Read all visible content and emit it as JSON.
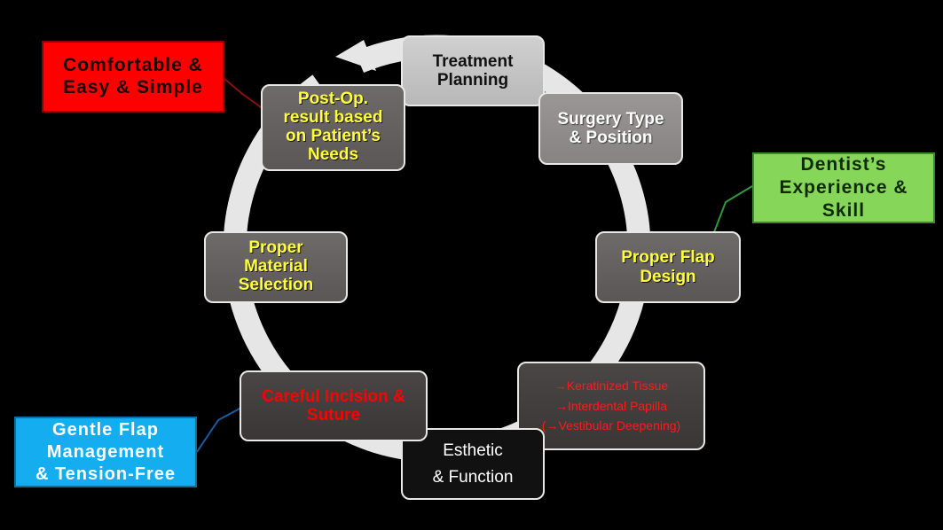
{
  "cycle": {
    "treatment_planning": "Treatment\nPlanning",
    "surgery_type": "Surgery Type\n& Position",
    "flap_design": "Proper Flap\nDesign",
    "tissue_list": "→Keratinized Tissue\n→Interdental Papilla\n(→Vestibular Deepening)",
    "esthetic_function": "Esthetic\n& Function",
    "incision_suture": "Careful Incision &\nSuture",
    "material_selection": "Proper\nMaterial\nSelection",
    "post_op": "Post-Op.\nresult based\non Patient’s\nNeeds"
  },
  "callouts": {
    "comfortable": "Comfortable &\nEasy & Simple",
    "dentist": "Dentist’s\nExperience &\nSkill",
    "gentle": "Gentle Flap\nManagement\n& Tension-Free"
  },
  "colors": {
    "background": "#000000",
    "ring": "#e6e6e6",
    "highlight_text": "#ffff3c",
    "alert_text": "#ff0000",
    "callout_red": "#ff0000",
    "callout_green": "#86d65a",
    "callout_blue": "#14aef0"
  }
}
